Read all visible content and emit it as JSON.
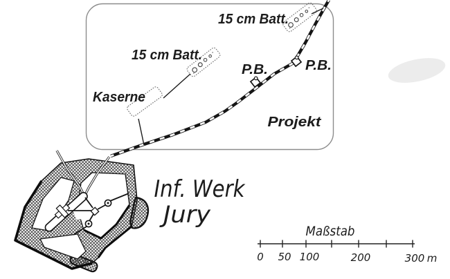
{
  "title": {
    "line1": "Inf. Werk",
    "line2": "Jury"
  },
  "frame": {
    "project_label": "Projekt"
  },
  "labels": {
    "battery_north": "15 cm Batt.",
    "battery_west": "15 cm Batt.",
    "kaserne": "Kaserne",
    "pb_west": "P.B.",
    "pb_north": "P.B."
  },
  "scalebar": {
    "title": "Maßstab",
    "labels": [
      "0",
      "50",
      "100",
      "200",
      "300",
      "m"
    ],
    "interval_m": 50,
    "tick_count": 7
  },
  "symbols": {
    "railway": "dashed-railway-track",
    "battery": "dotted-battery-position",
    "pb_marker": "blockhouse-square-marker",
    "kaserne": "dotted-barracks-outline",
    "fort": "crosshatched-infantry-fort-plan"
  },
  "colors": {
    "ink": "#1c1c1c",
    "paper": "#ffffff",
    "frame_border": "#8c8c8c",
    "hatch": "#262626",
    "dotted": "#6e6e6e"
  }
}
